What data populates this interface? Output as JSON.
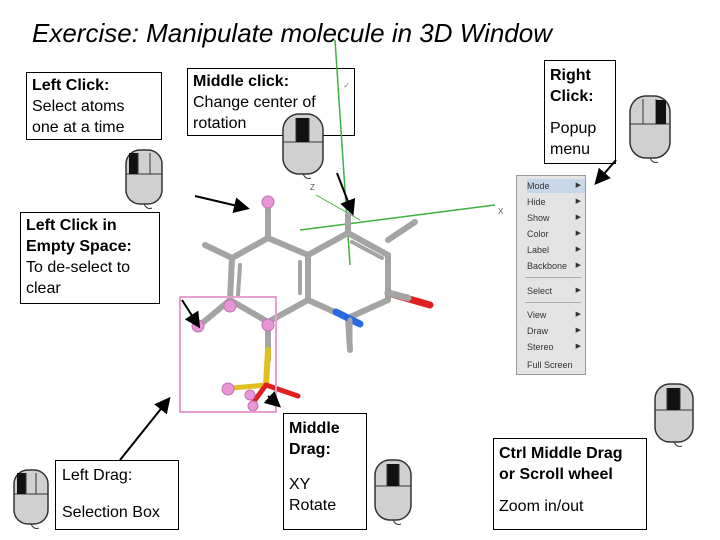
{
  "title": "Exercise: Manipulate molecule in 3D Window",
  "left_click": {
    "heading": "Left Click:",
    "lines": [
      "Select atoms",
      "one at a time"
    ]
  },
  "middle_click": {
    "heading": "Middle click:",
    "lines": [
      "Change center of",
      "rotation"
    ],
    "corner_mark": "✓"
  },
  "right_click": {
    "heading_lines": [
      "Right",
      "Click:"
    ],
    "lines": [
      "Popup",
      "menu"
    ]
  },
  "left_click_empty": {
    "heading_lines": [
      "Left Click in",
      "Empty Space:"
    ],
    "lines": [
      "To de-select to",
      "clear"
    ]
  },
  "left_drag": {
    "heading": "Left Drag:",
    "text": "Selection Box"
  },
  "middle_drag": {
    "heading_lines": [
      "Middle",
      "Drag:"
    ],
    "lines": [
      "XY",
      "Rotate"
    ]
  },
  "ctrl_middle": {
    "heading_lines": [
      "Ctrl Middle Drag",
      "or Scroll wheel"
    ],
    "text": "Zoom in/out"
  },
  "axis_labels": {
    "x": "X",
    "z": "Z"
  },
  "popup_menu": {
    "items": [
      {
        "label": "Mode",
        "has_submenu": true,
        "highlighted": true
      },
      {
        "label": "Hide",
        "has_submenu": true
      },
      {
        "label": "Show",
        "has_submenu": true
      },
      {
        "label": "Color",
        "has_submenu": true
      },
      {
        "label": "Label",
        "has_submenu": true
      },
      {
        "label": "Backbone",
        "has_submenu": true
      },
      {
        "label": "Select",
        "has_submenu": true
      },
      {
        "label": "View",
        "has_submenu": true
      },
      {
        "label": "Draw",
        "has_submenu": true
      },
      {
        "label": "Stereo",
        "has_submenu": true
      },
      {
        "label": "Full Screen",
        "has_submenu": false
      }
    ]
  },
  "colors": {
    "selection_box": "#e8a0d0",
    "mouse_body": "#d0d0d0",
    "mouse_button_active": "#111111",
    "bond": "#a8a8a8",
    "nitrogen": "#2a6ae0",
    "oxygen": "#e02020",
    "sulfur": "#e0c020",
    "selected_atom": "#e896d8",
    "green_axis": "#40b040"
  }
}
